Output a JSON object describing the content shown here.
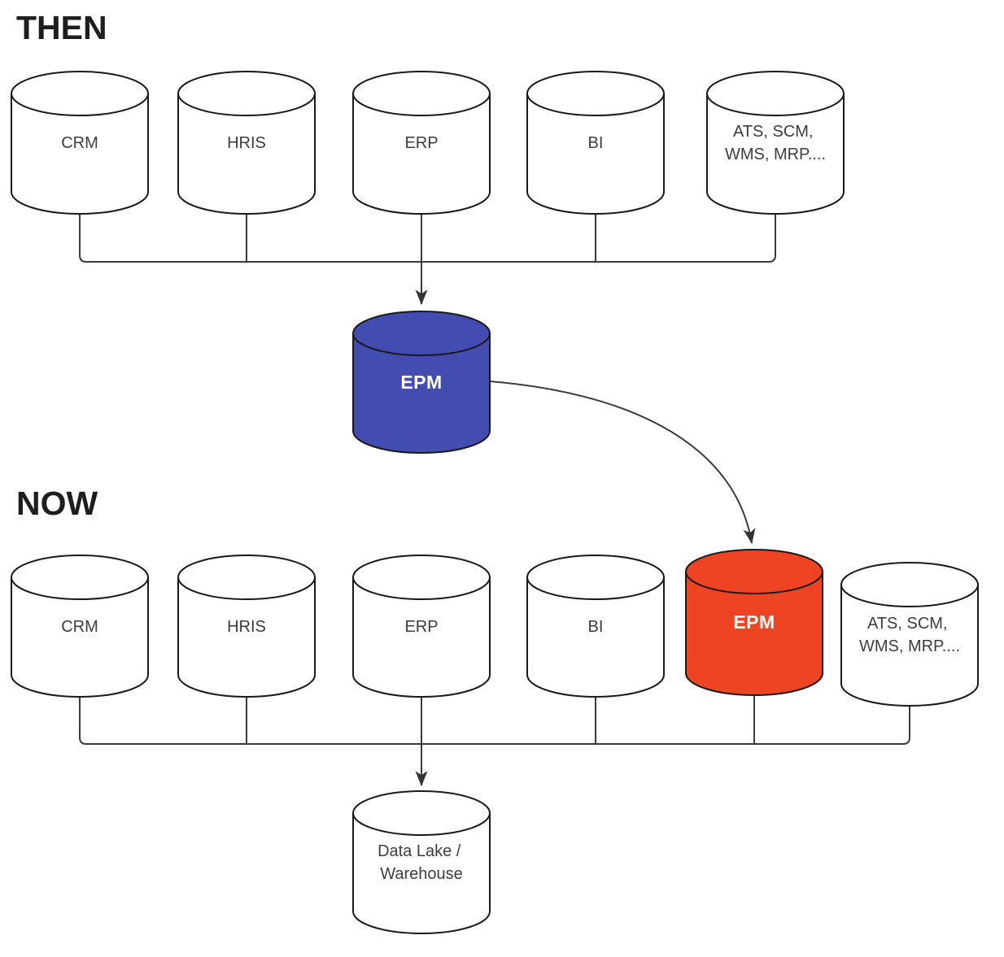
{
  "titles": {
    "then": "THEN",
    "now": "NOW"
  },
  "then_row": {
    "crm": "CRM",
    "hris": "HRIS",
    "erp": "ERP",
    "bi": "BI",
    "ats_line1": "ATS, SCM,",
    "ats_line2": "WMS, MRP....",
    "epm": "EPM"
  },
  "now_row": {
    "crm": "CRM",
    "hris": "HRIS",
    "erp": "ERP",
    "bi": "BI",
    "epm": "EPM",
    "ats_line1": "ATS, SCM,",
    "ats_line2": "WMS, MRP....",
    "datalake_line1": "Data Lake /",
    "datalake_line2": "Warehouse"
  },
  "colors": {
    "epm_then_fill": "#434CB1",
    "epm_now_fill": "#EE4423",
    "cylinder_fill": "#FFFFFF",
    "outline": "#1A1A1A",
    "connector": "#3B3B3B",
    "label_text": "#3D3D3D",
    "epm_label_text": "#FFFFFF",
    "title_text": "#1E1E1E"
  }
}
